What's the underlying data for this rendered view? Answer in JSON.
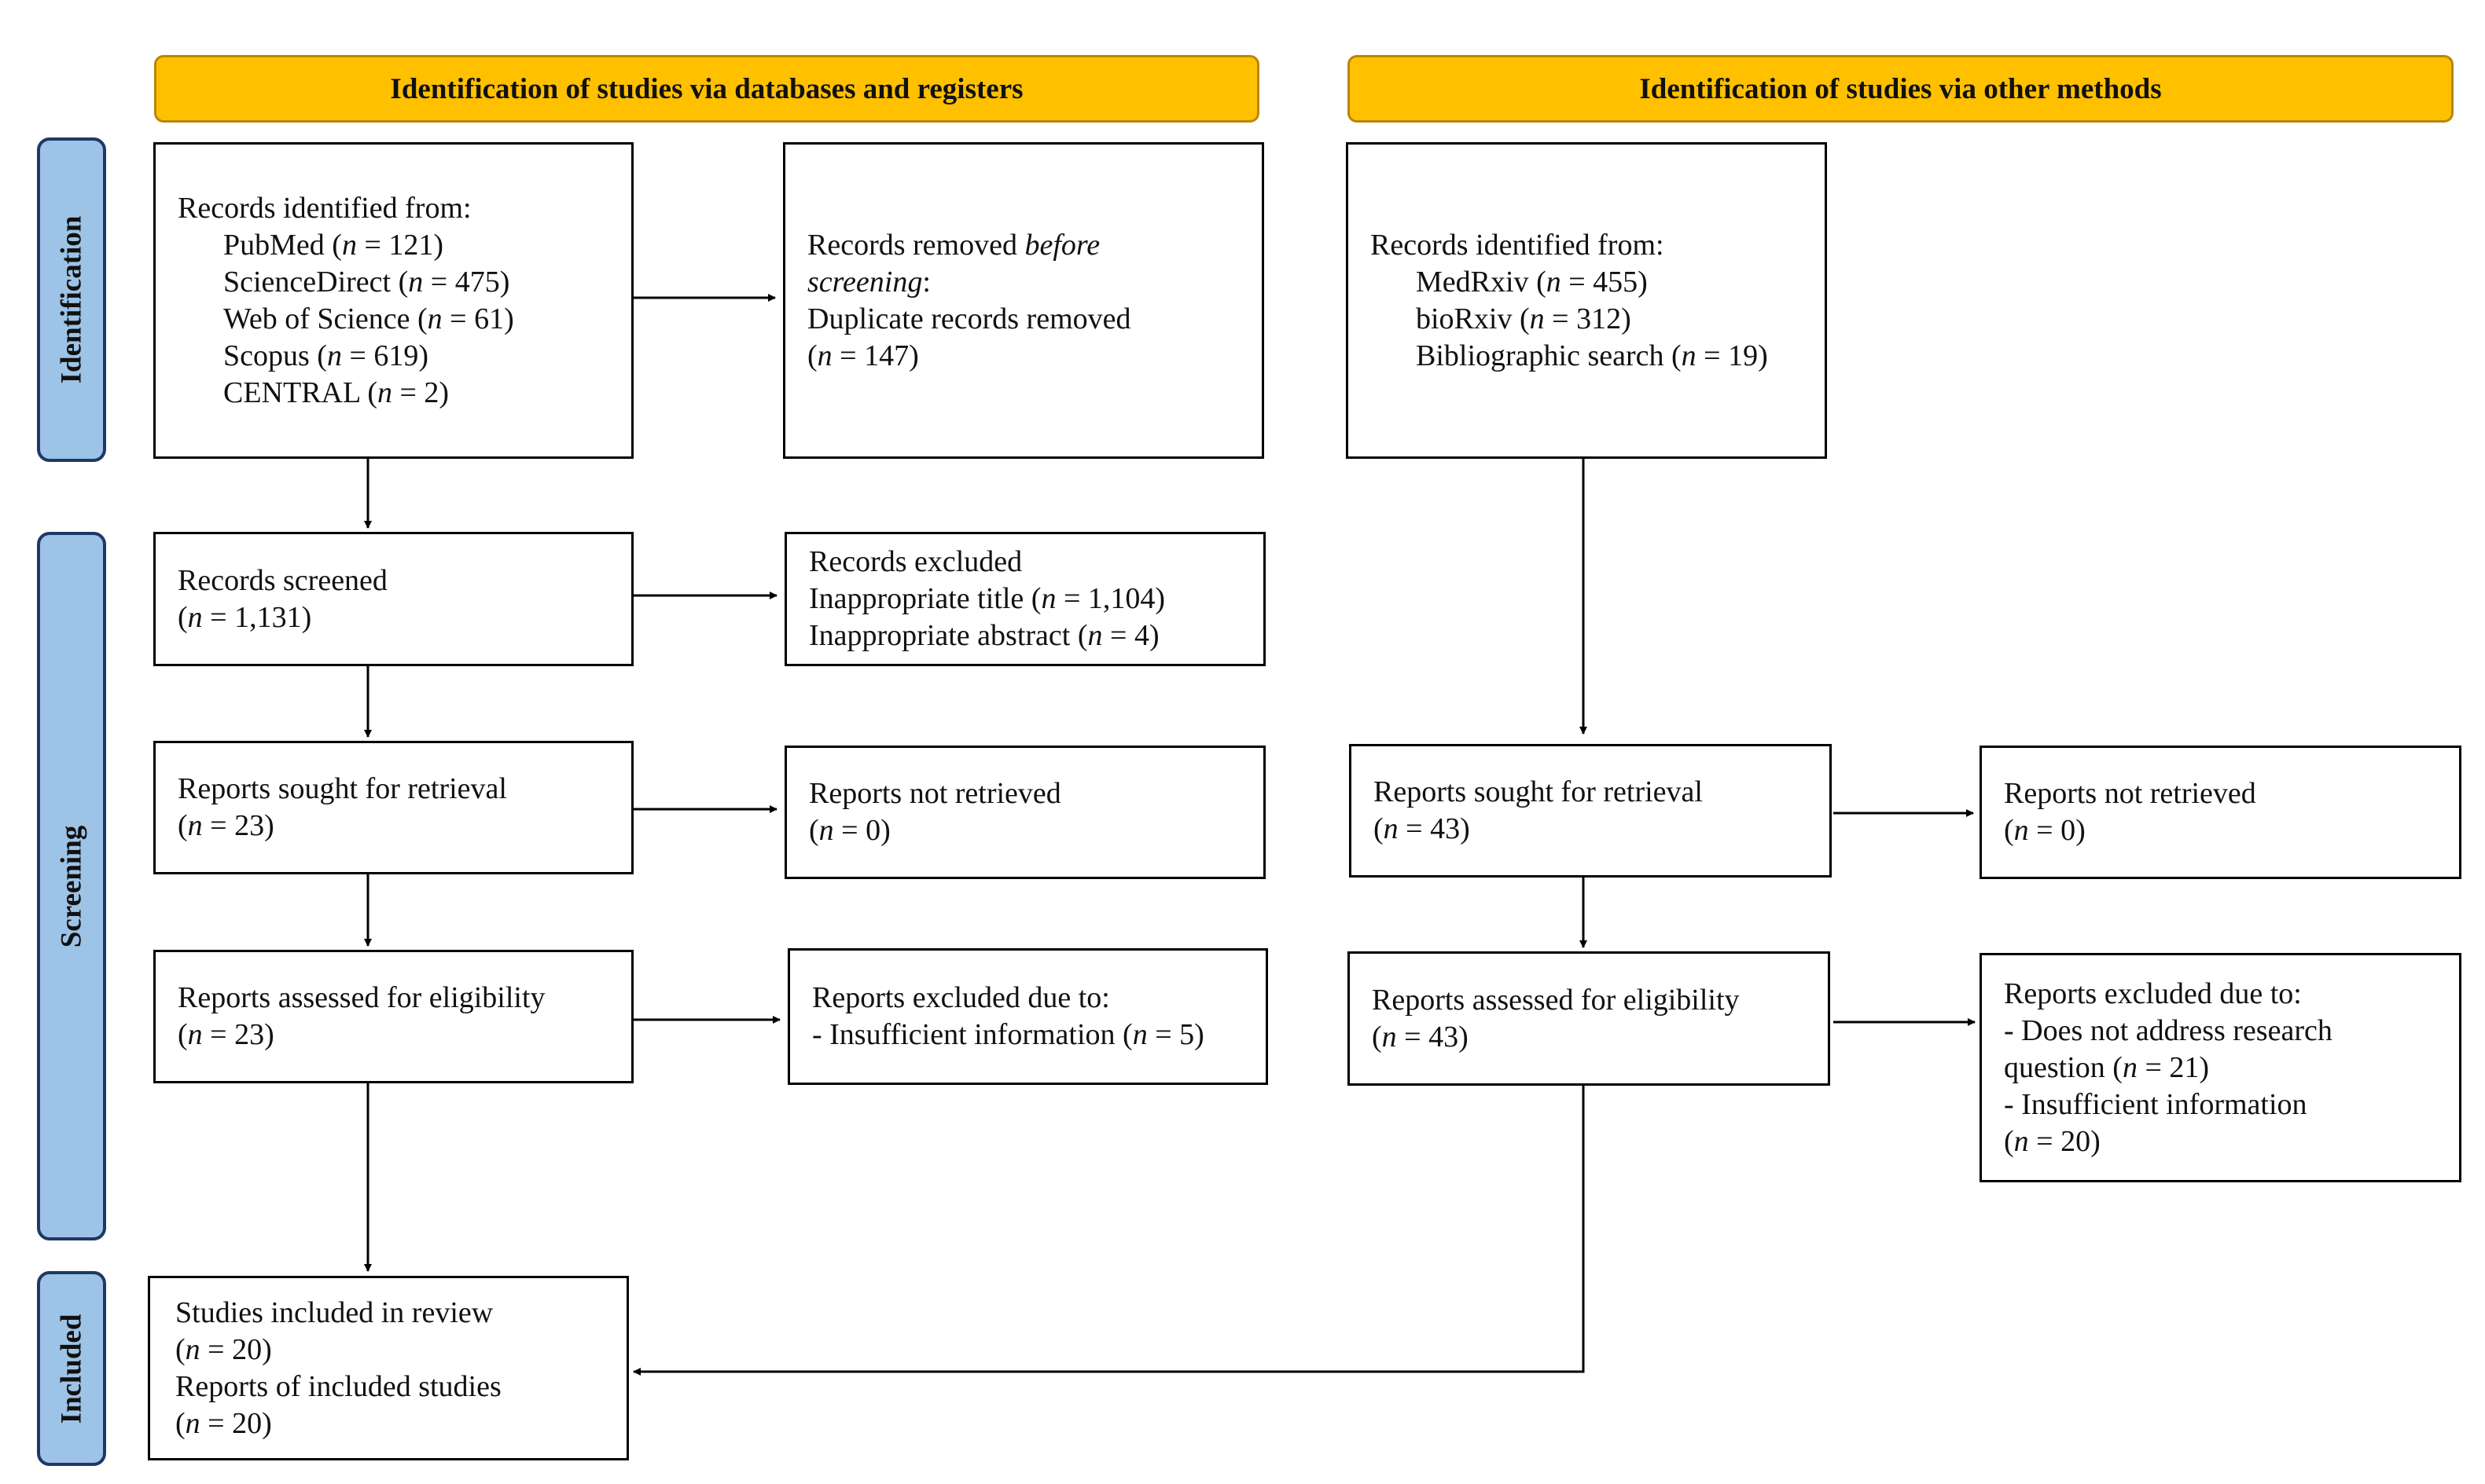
{
  "banners": {
    "databases": "Identification of studies via databases and registers",
    "other": "Identification of studies via other methods"
  },
  "phases": {
    "identification": "Identification",
    "screening": "Screening",
    "included": "Included"
  },
  "n_symbol": "n",
  "left": {
    "identified": {
      "heading": "Records identified from:",
      "sources": [
        {
          "name": "PubMed",
          "n": "121"
        },
        {
          "name": "ScienceDirect",
          "n": "475"
        },
        {
          "name": "Web of Science",
          "n": "61"
        },
        {
          "name": "Scopus",
          "n": "619"
        },
        {
          "name": "CENTRAL",
          "n": "2"
        }
      ]
    },
    "removed": {
      "line1": "Records removed",
      "line1_italic": "before",
      "line2_italic": "screening",
      "line3": "Duplicate records removed",
      "n": "147"
    },
    "screened": {
      "label": "Records screened",
      "n": "1,131"
    },
    "excluded": {
      "heading": "Records excluded",
      "item1": "Inappropriate title",
      "n1": "1,104",
      "item2": "Inappropriate abstract",
      "n2": "4"
    },
    "sought": {
      "label": "Reports sought for retrieval",
      "n": "23"
    },
    "not_retrieved": {
      "label": "Reports not retrieved",
      "n": "0"
    },
    "assessed": {
      "label": "Reports assessed for eligibility",
      "n": "23"
    },
    "excluded_reports": {
      "heading": "Reports excluded due to:",
      "item1": "- Insufficient information",
      "n1": "5"
    },
    "included": {
      "line1": "Studies included in review",
      "n1": "20",
      "line2": "Reports of included studies",
      "n2": "20"
    }
  },
  "right": {
    "identified": {
      "heading": "Records identified from:",
      "sources": [
        {
          "name": "MedRxiv",
          "n": "455"
        },
        {
          "name": "bioRxiv",
          "n": "312"
        },
        {
          "name": "Bibliographic search",
          "n": "19"
        }
      ]
    },
    "sought": {
      "label": "Reports sought for retrieval",
      "n": "43"
    },
    "not_retrieved": {
      "label": "Reports not retrieved",
      "n": "0"
    },
    "assessed": {
      "label": "Reports assessed for eligibility",
      "n": "43"
    },
    "excluded_reports": {
      "heading": "Reports excluded due to:",
      "item1a": "- Does not address research",
      "item1b": "question",
      "n1": "21",
      "item2": "- Insufficient information",
      "n2": "20"
    }
  }
}
